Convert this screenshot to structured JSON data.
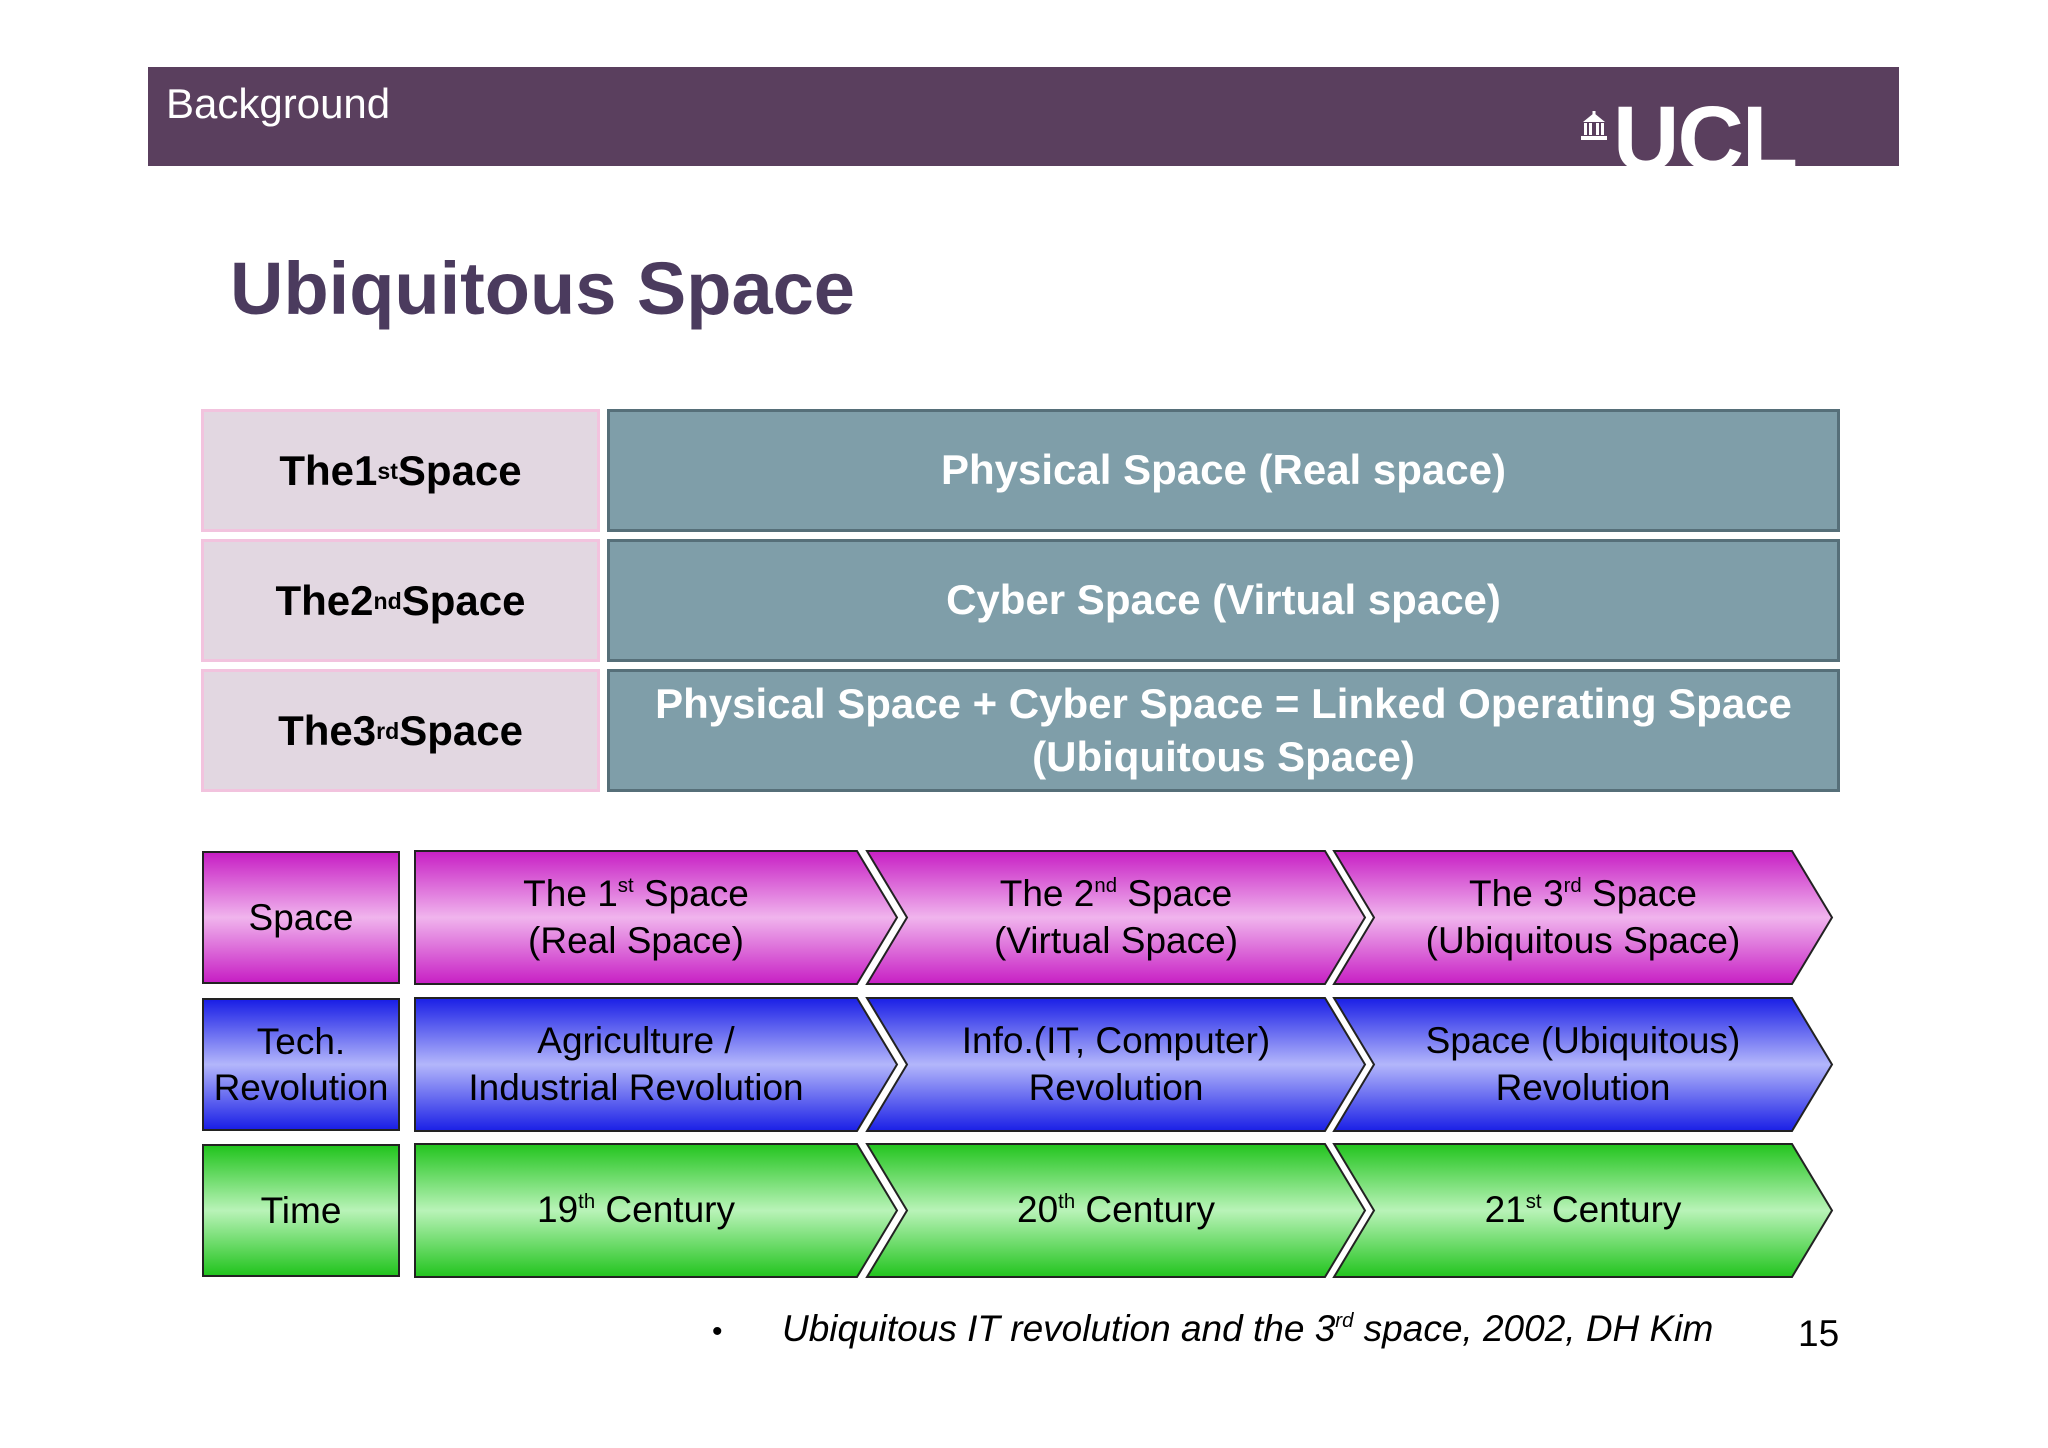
{
  "header": {
    "title": "Background",
    "logo_text": "UCL",
    "logo_icon": "building-icon"
  },
  "slide_title": "Ubiquitous Space",
  "space_table": [
    {
      "ordinal": "1",
      "suffix": "st",
      "prefix": "The ",
      "word": " Space",
      "description_line1": "Physical Space  (Real space)",
      "description_line2": ""
    },
    {
      "ordinal": "2",
      "suffix": "nd",
      "prefix": "The ",
      "word": " Space",
      "description_line1": "Cyber Space (Virtual space)",
      "description_line2": ""
    },
    {
      "ordinal": "3",
      "suffix": "rd",
      "prefix": "The ",
      "word": " Space",
      "description_line1": "Physical Space + Cyber Space = Linked Operating Space",
      "description_line2": "(Ubiquitous Space)"
    }
  ],
  "timeline": {
    "rows": [
      {
        "label": "Space",
        "colors": {
          "dark": "#c71fc4",
          "light": "#f0b4ed"
        },
        "items": [
          {
            "l1a": "The 1",
            "l1sup": "st",
            "l1b": " Space",
            "l2": "(Real Space)"
          },
          {
            "l1a": "The 2",
            "l1sup": "nd",
            "l1b": " Space",
            "l2": "(Virtual Space)"
          },
          {
            "l1a": "The 3",
            "l1sup": "rd",
            "l1b": " Space",
            "l2": "(Ubiquitous Space)"
          }
        ]
      },
      {
        "label": "Tech.\nRevolution",
        "label_line1": "Tech.",
        "label_line2": "Revolution",
        "colors": {
          "dark": "#1a1fe6",
          "light": "#b3b6fb"
        },
        "items": [
          {
            "l1a": "Agriculture /",
            "l1sup": "",
            "l1b": "",
            "l2": "Industrial Revolution"
          },
          {
            "l1a": "Info.(IT, Computer)",
            "l1sup": "",
            "l1b": "",
            "l2": "Revolution"
          },
          {
            "l1a": "Space (Ubiquitous)",
            "l1sup": "",
            "l1b": "",
            "l2": "Revolution"
          }
        ]
      },
      {
        "label": "Time",
        "colors": {
          "dark": "#22c41e",
          "light": "#b9f3b8"
        },
        "items": [
          {
            "l1a": "19",
            "l1sup": "th",
            "l1b": " Century",
            "l2": ""
          },
          {
            "l1a": "20",
            "l1sup": "th",
            "l1b": " Century",
            "l2": ""
          },
          {
            "l1a": "21",
            "l1sup": "st",
            "l1b": " Century",
            "l2": ""
          }
        ]
      }
    ]
  },
  "footnote": {
    "bullet": "•",
    "text_a": "Ubiquitous IT revolution and the 3",
    "text_sup": "rd",
    "text_b": " space, 2002, DH Kim"
  },
  "page_number": "15"
}
